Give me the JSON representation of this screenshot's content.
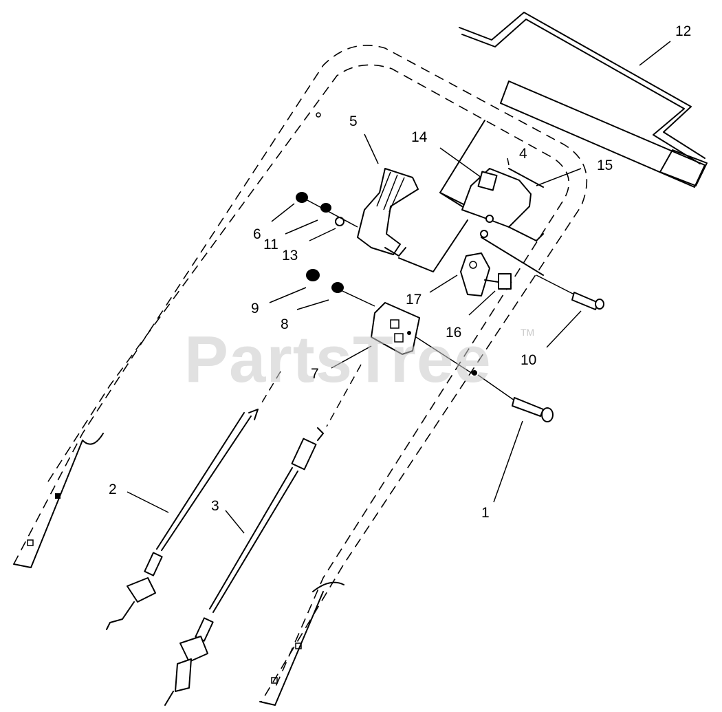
{
  "watermark": {
    "text": "PartsTree",
    "trademark": "TM"
  },
  "callouts": [
    {
      "id": "1",
      "label": "1"
    },
    {
      "id": "2",
      "label": "2"
    },
    {
      "id": "3",
      "label": "3"
    },
    {
      "id": "4",
      "label": "4"
    },
    {
      "id": "5",
      "label": "5"
    },
    {
      "id": "6",
      "label": "6"
    },
    {
      "id": "7",
      "label": "7"
    },
    {
      "id": "8",
      "label": "8"
    },
    {
      "id": "9",
      "label": "9"
    },
    {
      "id": "10",
      "label": "10"
    },
    {
      "id": "11",
      "label": "11"
    },
    {
      "id": "12",
      "label": "12"
    },
    {
      "id": "13",
      "label": "13"
    },
    {
      "id": "14",
      "label": "14"
    },
    {
      "id": "15",
      "label": "15"
    },
    {
      "id": "16",
      "label": "16"
    },
    {
      "id": "17",
      "label": "17"
    }
  ],
  "colors": {
    "line": "#000000",
    "background": "#ffffff",
    "watermark": "#c8c8c8"
  }
}
